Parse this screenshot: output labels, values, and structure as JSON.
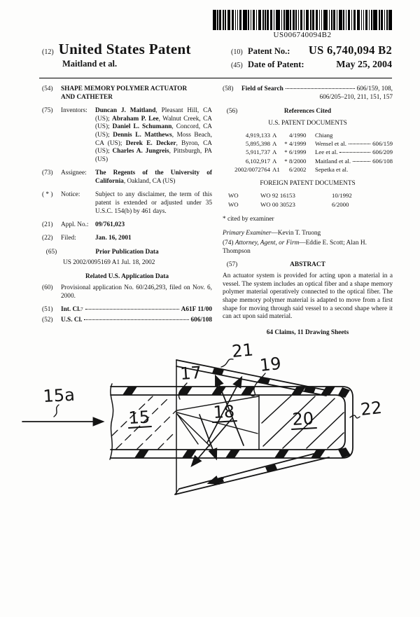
{
  "barcode": {
    "text": "US006740094B2"
  },
  "header": {
    "num12": "(12)",
    "title": "United States Patent",
    "authors": "Maitland et al.",
    "num10": "(10)",
    "patent_no_label": "Patent No.:",
    "patent_no": "US 6,740,094 B2",
    "num45": "(45)",
    "date_label": "Date of Patent:",
    "date": "May 25, 2004"
  },
  "left": {
    "f54": {
      "num": "(54)",
      "title_l1": "SHAPE MEMORY POLYMER ACTUATOR",
      "title_l2": "AND CATHETER"
    },
    "f75": {
      "num": "(75)",
      "label": "Inventors:",
      "value": [
        {
          "t": "Duncan J. Maitland",
          "b": 1
        },
        {
          "t": ", Pleasant Hill, CA (US); ",
          "b": 0
        },
        {
          "t": "Abraham P. Lee",
          "b": 1
        },
        {
          "t": ", Walnut Creek, CA (US); ",
          "b": 0
        },
        {
          "t": "Daniel L. Schumann",
          "b": 1
        },
        {
          "t": ", Concord, CA (US); ",
          "b": 0
        },
        {
          "t": "Dennis L. Matthews",
          "b": 1
        },
        {
          "t": ", Moss Beach, CA (US); ",
          "b": 0
        },
        {
          "t": "Derek E. Decker",
          "b": 1
        },
        {
          "t": ", Byron, CA (US); ",
          "b": 0
        },
        {
          "t": "Charles A. Jungreis",
          "b": 1
        },
        {
          "t": ", Pittsburgh, PA (US)",
          "b": 0
        }
      ]
    },
    "f73": {
      "num": "(73)",
      "label": "Assignee:",
      "value": [
        {
          "t": "The Regents of the University of California",
          "b": 1
        },
        {
          "t": ", Oakland, CA (US)",
          "b": 0
        }
      ]
    },
    "notice": {
      "num": "( * )",
      "label": "Notice:",
      "text": "Subject to any disclaimer, the term of this patent is extended or adjusted under 35 U.S.C. 154(b) by 461 days."
    },
    "f21": {
      "num": "(21)",
      "label": "Appl. No.:",
      "value": "09/761,023"
    },
    "f22": {
      "num": "(22)",
      "label": "Filed:",
      "value": "Jan. 16, 2001"
    },
    "f65": {
      "num": "(65)",
      "heading": "Prior Publication Data",
      "line": "US 2002/0095169 A1 Jul. 18, 2002"
    },
    "related_heading": "Related U.S. Application Data",
    "f60": {
      "num": "(60)",
      "text": "Provisional application No. 60/246,293, filed on Nov. 6, 2000."
    },
    "f51": {
      "num": "(51)",
      "label": "Int. Cl.",
      "sup": "7",
      "value": "A61F 11/00"
    },
    "f52": {
      "num": "(52)",
      "label": "U.S. Cl.",
      "value": "606/108"
    }
  },
  "right": {
    "f58": {
      "num": "(58)",
      "label": "Field of Search",
      "value_l1": "606/159, 108,",
      "value_l2": "606/205–210, 211, 151, 157"
    },
    "f56": {
      "num": "(56)",
      "heading": "References Cited"
    },
    "us_header": "U.S. PATENT DOCUMENTS",
    "us": [
      {
        "no": "4,919,133",
        "kind": "A",
        "star": "",
        "date": "4/1990",
        "name": "Chiang",
        "cls": ""
      },
      {
        "no": "5,895,398",
        "kind": "A",
        "star": "*",
        "date": "4/1999",
        "name": "Wensel et al.",
        "cls": "606/159"
      },
      {
        "no": "5,911,737",
        "kind": "A",
        "star": "*",
        "date": "6/1999",
        "name": "Lee et al.",
        "cls": "606/209"
      },
      {
        "no": "6,102,917",
        "kind": "A",
        "star": "*",
        "date": "8/2000",
        "name": "Maitland et al.",
        "cls": "606/108"
      },
      {
        "no": "2002/0072764",
        "kind": "A1",
        "star": "",
        "date": "6/2002",
        "name": "Sepetka et al.",
        "cls": ""
      }
    ],
    "foreign_header": "FOREIGN PATENT DOCUMENTS",
    "foreign": [
      {
        "cc": "WO",
        "no": "WO 92 16153",
        "date": "10/1992"
      },
      {
        "cc": "WO",
        "no": "WO 00 30523",
        "date": "6/2000"
      }
    ],
    "cited": "* cited by examiner",
    "examiner": [
      {
        "t": "Primary Examiner",
        "i": 1
      },
      {
        "t": "—Kevin T. Truong",
        "i": 0
      }
    ],
    "attorney": [
      {
        "t": "(74) ",
        "i": 0
      },
      {
        "t": "Attorney, Agent, or Firm",
        "i": 1
      },
      {
        "t": "—Eddie E. Scott; Alan H. Thompson",
        "i": 0
      }
    ],
    "f57": {
      "num": "(57)",
      "heading": "ABSTRACT"
    },
    "abstract": "An actuator system is provided for acting upon a material in a vessel. The system includes an optical fiber and a shape memory polymer material operatively connected to the optical fiber. The shape memory polymer material is adapted to move from a first shape for moving through said vessel to a second shape where it can act upon said material.",
    "claims": "64 Claims, 11 Drawing Sheets"
  },
  "figure": {
    "labels": {
      "l15a": "15a",
      "l15": "15",
      "l17": "17",
      "l18": "18",
      "l19": "19",
      "l20": "20",
      "l21": "21",
      "l22": "22"
    }
  }
}
